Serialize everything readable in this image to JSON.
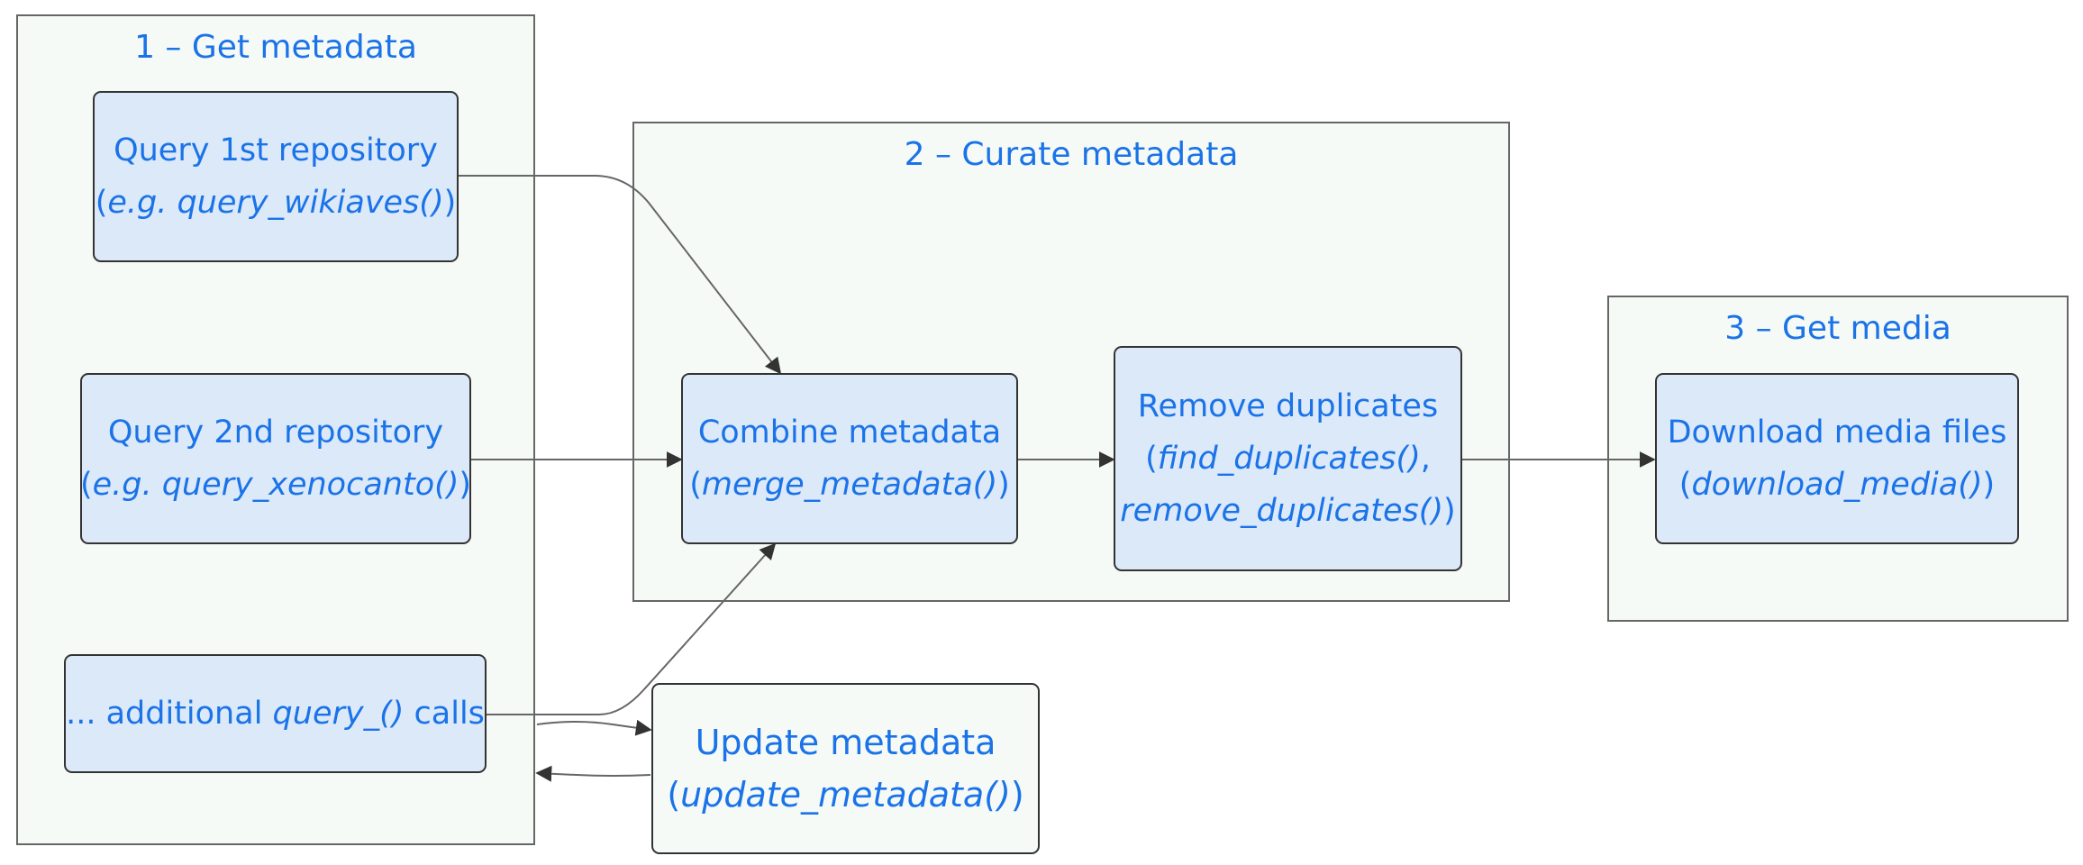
{
  "clusters": {
    "get_metadata": {
      "title": "1 – Get metadata"
    },
    "curate_metadata": {
      "title": "2 – Curate metadata"
    },
    "get_media": {
      "title": "3 – Get media"
    }
  },
  "nodes": {
    "query1": {
      "line1": "Query 1st repository",
      "open": "(",
      "code": "e.g. query_wikiaves()",
      "close": ")"
    },
    "query2": {
      "line1": "Query 2nd repository",
      "open": "(",
      "code": "e.g. query_xenocanto()",
      "close": ")"
    },
    "additional": {
      "prefix": "... additional ",
      "code": "query_()",
      "suffix": " calls"
    },
    "combine": {
      "line1": "Combine metadata",
      "open": "(",
      "code": "merge_metadata()",
      "close": ")"
    },
    "remove": {
      "line1": "Remove duplicates",
      "open": "(",
      "code1": "find_duplicates()",
      "comma": ",",
      "code2": "remove_duplicates()",
      "close": ")"
    },
    "download": {
      "line1": "Download media files",
      "open": "(",
      "code": "download_media()",
      "close": ")"
    },
    "update": {
      "line1": "Update metadata",
      "open": "(",
      "code": "update_metadata()",
      "close": ")"
    }
  },
  "colors": {
    "text": "#1a73e8",
    "node_fill": "#dce9f8",
    "cluster_fill": "#f6faf6",
    "edge": "#666666"
  }
}
